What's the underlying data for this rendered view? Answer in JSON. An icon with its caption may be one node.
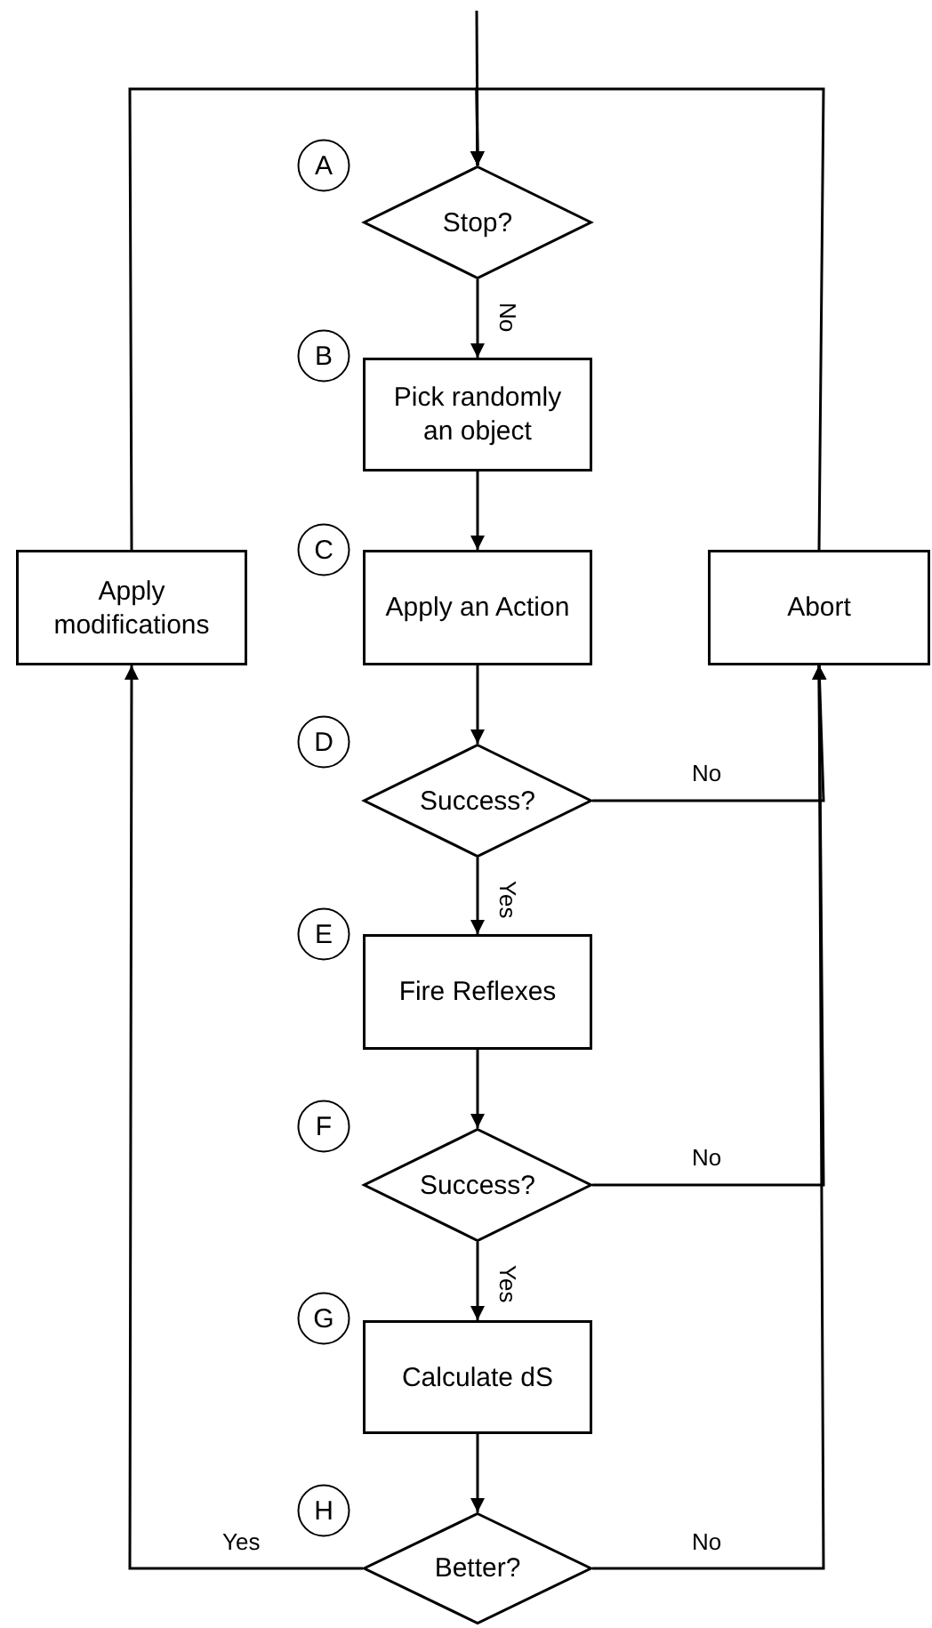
{
  "diagram": {
    "nodes": [
      {
        "text": [
          "A"
        ]
      },
      {
        "text": [
          "Stop?"
        ]
      },
      {
        "text": [
          "B"
        ]
      },
      {
        "text": [
          "Pick randomly an object"
        ]
      },
      {
        "text": [
          "Apply modifications"
        ]
      },
      {
        "text": [
          "C"
        ]
      },
      {
        "text": [
          "Apply an Action"
        ]
      },
      {
        "text": [
          "Abort"
        ]
      },
      {
        "text": [
          "D"
        ]
      },
      {
        "text": [
          "Success?"
        ]
      },
      {
        "text": [
          "E"
        ]
      },
      {
        "text": [
          "Fire Reflexes"
        ]
      },
      {
        "text": [
          "F"
        ]
      },
      {
        "text": [
          "Success?"
        ]
      },
      {
        "text": [
          "G"
        ]
      },
      {
        "text": [
          "Calculate dS"
        ]
      },
      {
        "text": [
          "H"
        ]
      },
      {
        "text": [
          "Better?"
        ]
      }
    ],
    "edges": [
      {
        "from": null,
        "to": 1,
        "arrow": "to"
      },
      {
        "from": 1,
        "to": 3,
        "arrow": "to",
        "label": "No"
      },
      {
        "from": 3,
        "to": 6,
        "arrow": "to"
      },
      {
        "from": 6,
        "to": 9,
        "arrow": "to"
      },
      {
        "from": 9,
        "to": 11,
        "arrow": "to",
        "label": "Yes"
      },
      {
        "from": 11,
        "to": 13,
        "arrow": "to"
      },
      {
        "from": 13,
        "to": 15,
        "arrow": "to",
        "label": "Yes"
      },
      {
        "from": 15,
        "to": 17,
        "arrow": "to"
      },
      {
        "from": 17,
        "to": 4,
        "arrow": "to",
        "label": "Yes"
      },
      {
        "from": 9,
        "to": 7,
        "arrow": "to",
        "label": "No"
      },
      {
        "from": 13,
        "to": 7,
        "arrow": "to",
        "label": "No"
      },
      {
        "from": 17,
        "to": 7,
        "arrow": "to",
        "label": "No"
      },
      {
        "from": 4,
        "to": 1,
        "arrow": "to"
      },
      {
        "from": 7,
        "to": 1,
        "arrow": "to"
      }
    ]
  }
}
